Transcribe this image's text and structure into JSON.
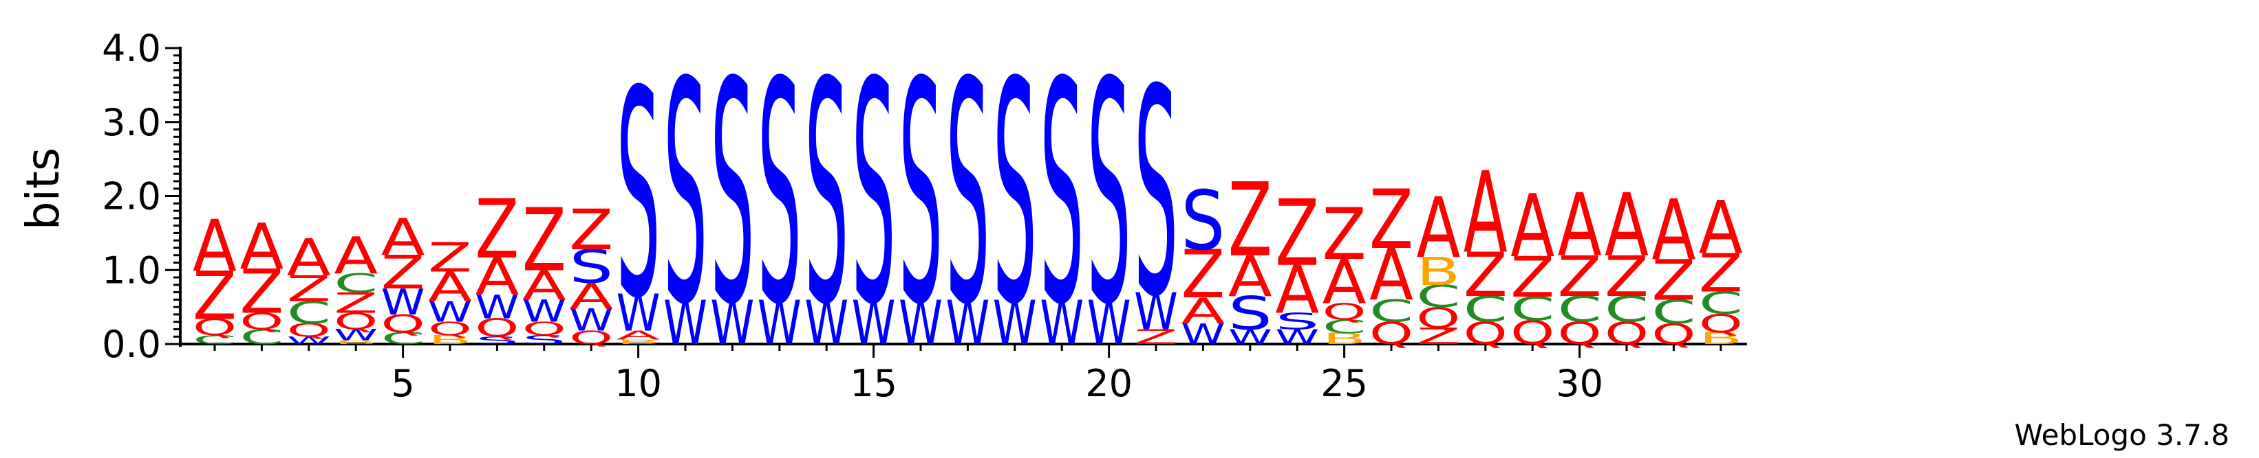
{
  "chart_data": {
    "type": "sequence-logo",
    "ylabel": "bits",
    "ylim": [
      0,
      4.0
    ],
    "y_ticks": [
      "0.0",
      "1.0",
      "2.0",
      "3.0",
      "4.0"
    ],
    "x_ticks": [
      5,
      10,
      15,
      20,
      25,
      30
    ],
    "footer": "WebLogo 3.7.8",
    "colors": {
      "A": "#ff0000",
      "Z": "#ff0000",
      "Q": "#ff0000",
      "S": "#0000ff",
      "W": "#0000ff",
      "C": "#228b22",
      "B": "#ffa500"
    },
    "positions": [
      {
        "pos": 1,
        "letters": [
          [
            "C",
            0.12
          ],
          [
            "Q",
            0.22
          ],
          [
            "Z",
            0.65
          ],
          [
            "A",
            0.7
          ]
        ]
      },
      {
        "pos": 2,
        "letters": [
          [
            "C",
            0.2
          ],
          [
            "Q",
            0.22
          ],
          [
            "Z",
            0.6
          ],
          [
            "A",
            0.62
          ]
        ]
      },
      {
        "pos": 3,
        "letters": [
          [
            "W",
            0.1
          ],
          [
            "Q",
            0.18
          ],
          [
            "C",
            0.3
          ],
          [
            "Z",
            0.35
          ],
          [
            "A",
            0.5
          ]
        ]
      },
      {
        "pos": 4,
        "letters": [
          [
            "B",
            0.05
          ],
          [
            "W",
            0.15
          ],
          [
            "Q",
            0.22
          ],
          [
            "Z",
            0.28
          ],
          [
            "C",
            0.25
          ],
          [
            "A",
            0.5
          ]
        ]
      },
      {
        "pos": 5,
        "letters": [
          [
            "C",
            0.16
          ],
          [
            "Q",
            0.24
          ],
          [
            "W",
            0.35
          ],
          [
            "Z",
            0.45
          ],
          [
            "A",
            0.5
          ]
        ]
      },
      {
        "pos": 6,
        "letters": [
          [
            "B",
            0.12
          ],
          [
            "Q",
            0.18
          ],
          [
            "W",
            0.28
          ],
          [
            "A",
            0.4
          ],
          [
            "Z",
            0.4
          ]
        ]
      },
      {
        "pos": 7,
        "letters": [
          [
            "S",
            0.1
          ],
          [
            "Q",
            0.25
          ],
          [
            "W",
            0.32
          ],
          [
            "A",
            0.5
          ],
          [
            "Z",
            0.8
          ]
        ]
      },
      {
        "pos": 8,
        "letters": [
          [
            "S",
            0.12
          ],
          [
            "Q",
            0.18
          ],
          [
            "W",
            0.3
          ],
          [
            "A",
            0.4
          ],
          [
            "Z",
            0.85
          ]
        ]
      },
      {
        "pos": 9,
        "letters": [
          [
            "Q",
            0.18
          ],
          [
            "W",
            0.3
          ],
          [
            "A",
            0.35
          ],
          [
            "S",
            0.45
          ],
          [
            "Z",
            0.55
          ]
        ]
      },
      {
        "pos": 10,
        "letters": [
          [
            "B",
            0.06
          ],
          [
            "A",
            0.12
          ],
          [
            "W",
            0.5
          ],
          [
            "S",
            2.8
          ]
        ]
      },
      {
        "pos": 11,
        "letters": [
          [
            "W",
            0.6
          ],
          [
            "S",
            3.0
          ]
        ]
      },
      {
        "pos": 12,
        "letters": [
          [
            "W",
            0.6
          ],
          [
            "S",
            3.0
          ]
        ]
      },
      {
        "pos": 13,
        "letters": [
          [
            "W",
            0.6
          ],
          [
            "S",
            3.0
          ]
        ]
      },
      {
        "pos": 14,
        "letters": [
          [
            "W",
            0.6
          ],
          [
            "S",
            3.0
          ]
        ]
      },
      {
        "pos": 15,
        "letters": [
          [
            "W",
            0.6
          ],
          [
            "S",
            3.0
          ]
        ]
      },
      {
        "pos": 16,
        "letters": [
          [
            "W",
            0.6
          ],
          [
            "S",
            3.0
          ]
        ]
      },
      {
        "pos": 17,
        "letters": [
          [
            "W",
            0.6
          ],
          [
            "S",
            3.0
          ]
        ]
      },
      {
        "pos": 18,
        "letters": [
          [
            "W",
            0.6
          ],
          [
            "S",
            3.0
          ]
        ]
      },
      {
        "pos": 19,
        "letters": [
          [
            "W",
            0.6
          ],
          [
            "S",
            3.0
          ]
        ]
      },
      {
        "pos": 20,
        "letters": [
          [
            "W",
            0.6
          ],
          [
            "S",
            3.0
          ]
        ]
      },
      {
        "pos": 21,
        "letters": [
          [
            "Z",
            0.2
          ],
          [
            "W",
            0.5
          ],
          [
            "S",
            2.8
          ]
        ]
      },
      {
        "pos": 22,
        "letters": [
          [
            "W",
            0.28
          ],
          [
            "A",
            0.35
          ],
          [
            "Z",
            0.65
          ],
          [
            "S",
            0.8
          ]
        ]
      },
      {
        "pos": 23,
        "letters": [
          [
            "W",
            0.2
          ],
          [
            "S",
            0.45
          ],
          [
            "A",
            0.55
          ],
          [
            "Z",
            1.0
          ]
        ]
      },
      {
        "pos": 24,
        "letters": [
          [
            "W",
            0.2
          ],
          [
            "S",
            0.22
          ],
          [
            "A",
            0.65
          ],
          [
            "Z",
            0.9
          ]
        ]
      },
      {
        "pos": 25,
        "letters": [
          [
            "B",
            0.15
          ],
          [
            "C",
            0.18
          ],
          [
            "Q",
            0.22
          ],
          [
            "A",
            0.6
          ],
          [
            "Z",
            0.7
          ]
        ]
      },
      {
        "pos": 26,
        "letters": [
          [
            "Q",
            0.3
          ],
          [
            "C",
            0.3
          ],
          [
            "A",
            0.7
          ],
          [
            "Z",
            0.8
          ]
        ]
      },
      {
        "pos": 27,
        "letters": [
          [
            "Z",
            0.22
          ],
          [
            "Q",
            0.28
          ],
          [
            "C",
            0.3
          ],
          [
            "B",
            0.38
          ],
          [
            "A",
            0.82
          ]
        ]
      },
      {
        "pos": 28,
        "letters": [
          [
            "Q",
            0.3
          ],
          [
            "C",
            0.35
          ],
          [
            "Z",
            0.6
          ],
          [
            "A",
            1.1
          ]
        ]
      },
      {
        "pos": 29,
        "letters": [
          [
            "Q",
            0.32
          ],
          [
            "C",
            0.32
          ],
          [
            "Z",
            0.55
          ],
          [
            "A",
            0.85
          ]
        ]
      },
      {
        "pos": 30,
        "letters": [
          [
            "Q",
            0.3
          ],
          [
            "C",
            0.35
          ],
          [
            "Z",
            0.55
          ],
          [
            "A",
            0.85
          ]
        ]
      },
      {
        "pos": 31,
        "letters": [
          [
            "Q",
            0.3
          ],
          [
            "C",
            0.35
          ],
          [
            "Z",
            0.55
          ],
          [
            "A",
            0.85
          ]
        ]
      },
      {
        "pos": 32,
        "letters": [
          [
            "Q",
            0.28
          ],
          [
            "C",
            0.32
          ],
          [
            "Z",
            0.55
          ],
          [
            "A",
            0.82
          ]
        ]
      },
      {
        "pos": 33,
        "letters": [
          [
            "B",
            0.16
          ],
          [
            "Q",
            0.25
          ],
          [
            "C",
            0.3
          ],
          [
            "Z",
            0.52
          ],
          [
            "A",
            0.72
          ]
        ]
      }
    ]
  }
}
